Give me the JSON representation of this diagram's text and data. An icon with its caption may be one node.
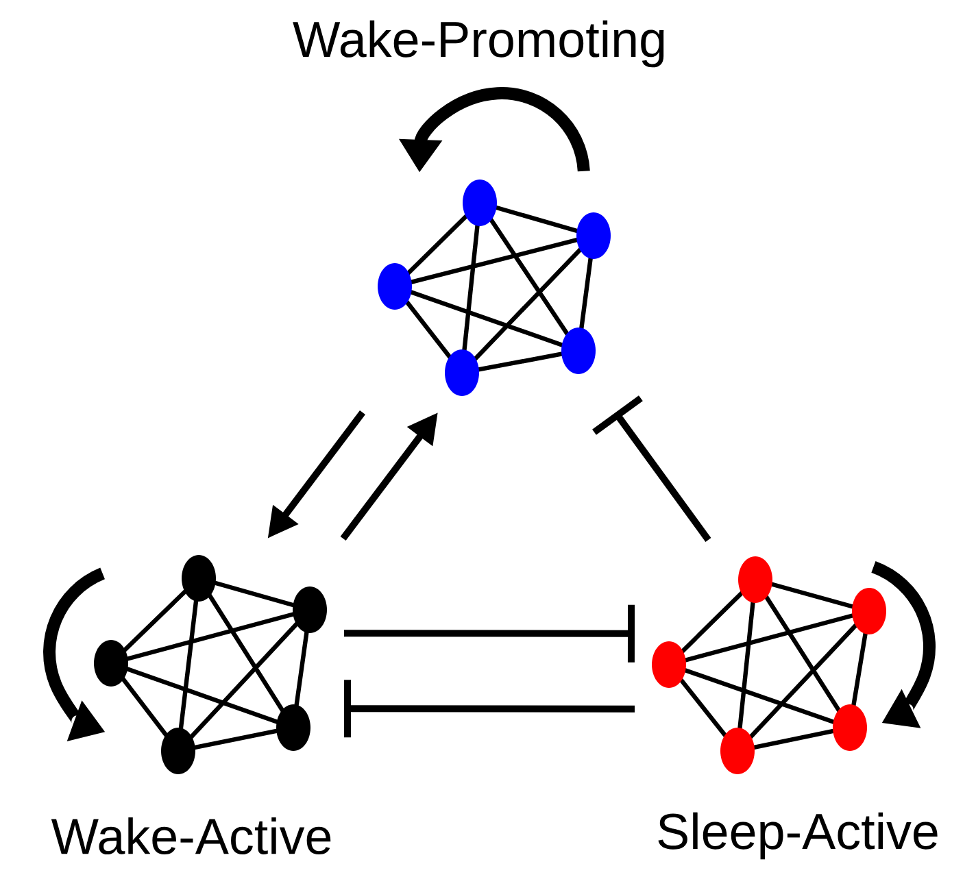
{
  "diagram": {
    "nodes": [
      {
        "text": [
          "Wake-Promoting"
        ]
      },
      {
        "text": [
          "Wake-Active"
        ]
      },
      {
        "text": [
          "Sleep-Active"
        ]
      }
    ],
    "edges": [
      {
        "from": 0,
        "to": 0,
        "arrow": "to",
        "style": "thick"
      },
      {
        "from": 0,
        "to": 1,
        "arrow": "to"
      },
      {
        "from": 1,
        "to": 0,
        "arrow": "to"
      },
      {
        "from": 1,
        "to": 1,
        "arrow": "to",
        "style": "thick"
      },
      {
        "from": 1,
        "to": 2,
        "arrow": "other"
      },
      {
        "from": 2,
        "to": 1,
        "arrow": "other"
      },
      {
        "from": 2,
        "to": 0,
        "arrow": "other"
      },
      {
        "from": 2,
        "to": 2,
        "arrow": "to",
        "style": "thick"
      }
    ]
  }
}
